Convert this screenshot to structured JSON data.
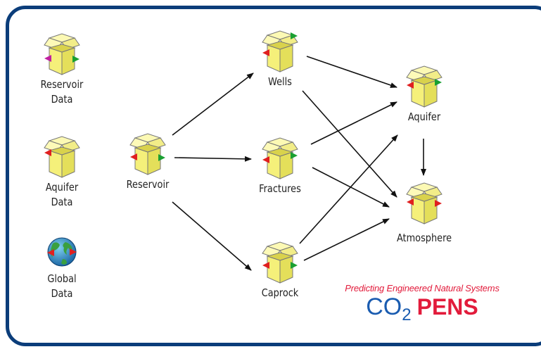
{
  "nodes": {
    "reservoir_data": {
      "label": "Reservoir\nData"
    },
    "aquifer_data": {
      "label": "Aquifer\nData"
    },
    "global_data": {
      "label": "Global\nData"
    },
    "reservoir": {
      "label": "Reservoir"
    },
    "wells": {
      "label": "Wells"
    },
    "fractures": {
      "label": "Fractures"
    },
    "caprock": {
      "label": "Caprock"
    },
    "aquifer": {
      "label": "Aquifer"
    },
    "atmosphere": {
      "label": "Atmosphere"
    }
  },
  "edges": [
    {
      "from": "Reservoir",
      "to": "Wells"
    },
    {
      "from": "Reservoir",
      "to": "Fractures"
    },
    {
      "from": "Reservoir",
      "to": "Caprock"
    },
    {
      "from": "Wells",
      "to": "Aquifer"
    },
    {
      "from": "Wells",
      "to": "Atmosphere"
    },
    {
      "from": "Fractures",
      "to": "Aquifer"
    },
    {
      "from": "Fractures",
      "to": "Atmosphere"
    },
    {
      "from": "Caprock",
      "to": "Aquifer"
    },
    {
      "from": "Caprock",
      "to": "Atmosphere"
    },
    {
      "from": "Aquifer",
      "to": "Atmosphere"
    }
  ],
  "branding": {
    "tagline": "Predicting Engineered Natural Systems",
    "co2": "CO",
    "co2_sub": "2",
    "pens": "PENS"
  },
  "colors": {
    "frame": "#0b3d7a",
    "box": "#f5f07a",
    "input_arrow": "#e02020",
    "output_arrow": "#1aa032",
    "brand_red": "#e21b3b",
    "brand_blue": "#1a5cb0"
  },
  "icons": {
    "module": "open-box-icon",
    "global": "globe-icon"
  }
}
